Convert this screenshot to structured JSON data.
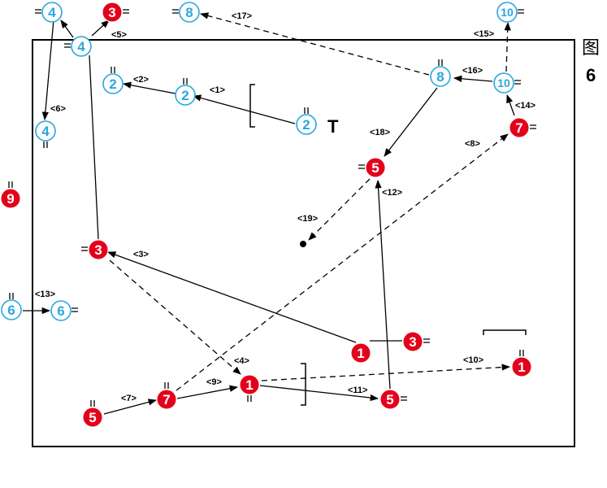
{
  "figure": {
    "label": "图",
    "number": "6"
  },
  "colors": {
    "red": "#e3001b",
    "blue": "#2aa7df",
    "line": "#000000"
  },
  "players": [
    {
      "id": "b4a",
      "team": "blue",
      "number": "4"
    },
    {
      "id": "b4b",
      "team": "blue",
      "number": "4"
    },
    {
      "id": "b4c",
      "team": "blue",
      "number": "4"
    },
    {
      "id": "r3a",
      "team": "red",
      "number": "3"
    },
    {
      "id": "b8a",
      "team": "blue",
      "number": "8"
    },
    {
      "id": "b10a",
      "team": "blue",
      "number": "10"
    },
    {
      "id": "b2a",
      "team": "blue",
      "number": "2"
    },
    {
      "id": "b2b",
      "team": "blue",
      "number": "2"
    },
    {
      "id": "b2c",
      "team": "blue",
      "number": "2"
    },
    {
      "id": "b8b",
      "team": "blue",
      "number": "8"
    },
    {
      "id": "b10b",
      "team": "blue",
      "number": "10"
    },
    {
      "id": "r7a",
      "team": "red",
      "number": "7"
    },
    {
      "id": "r5a",
      "team": "red",
      "number": "5"
    },
    {
      "id": "r9",
      "team": "red",
      "number": "9"
    },
    {
      "id": "r3b",
      "team": "red",
      "number": "3"
    },
    {
      "id": "b6a",
      "team": "blue",
      "number": "6"
    },
    {
      "id": "b6b",
      "team": "blue",
      "number": "6"
    },
    {
      "id": "r1a",
      "team": "red",
      "number": "1"
    },
    {
      "id": "r3c",
      "team": "red",
      "number": "3"
    },
    {
      "id": "r1b",
      "team": "red",
      "number": "1"
    },
    {
      "id": "r1c",
      "team": "red",
      "number": "1"
    },
    {
      "id": "r7b",
      "team": "red",
      "number": "7"
    },
    {
      "id": "r5b",
      "team": "red",
      "number": "5"
    },
    {
      "id": "r5c",
      "team": "red",
      "number": "5"
    }
  ],
  "steps": [
    "<1>",
    "<2>",
    "<3>",
    "<4>",
    "<5>",
    "<6>",
    "<7>",
    "<8>",
    "<9>",
    "<10>",
    "<11>",
    "<12>",
    "<13>",
    "<14>",
    "<15>",
    "<16>",
    "<17>",
    "<18>",
    "<19>"
  ],
  "marker": "T"
}
